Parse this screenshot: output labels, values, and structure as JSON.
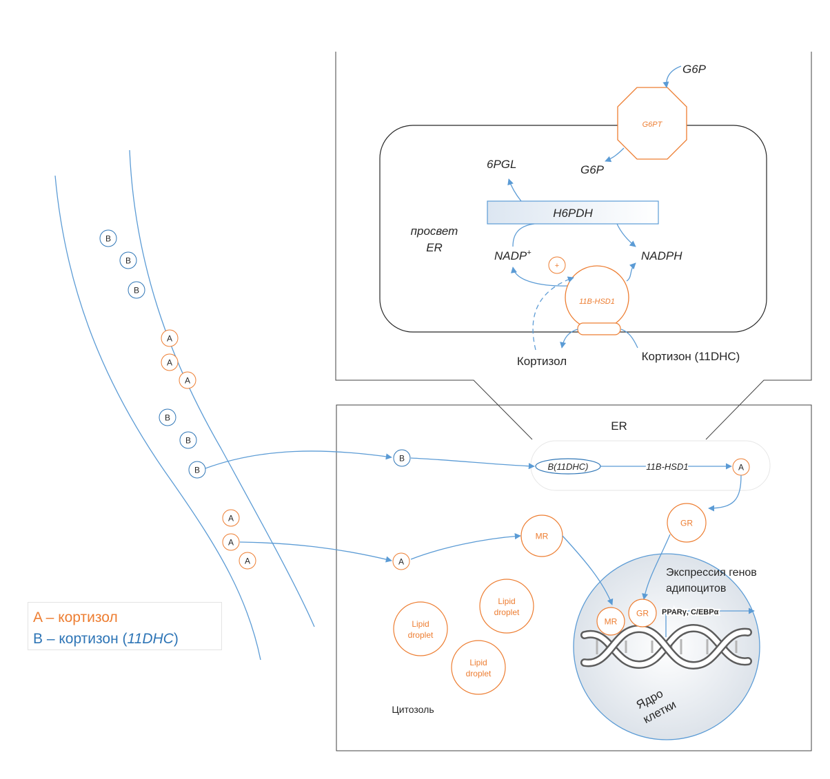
{
  "colors": {
    "orange": "#ed7d31",
    "blue": "#2e75b6",
    "arrow": "#5b9bd5",
    "dark": "#262626"
  },
  "molecules": {
    "a": "A",
    "b": "B"
  },
  "zoom": {
    "g6p_outside": "G6P",
    "g6pt": "G6PT",
    "g6p_inside": "G6P",
    "pgl": "6PGL",
    "h6pdh": "H6PDH",
    "lumen": [
      "просвет",
      "ER"
    ],
    "nadp": "NADP",
    "nadp_sup": "+",
    "nadph": "NADPH",
    "plus": "+",
    "enzyme": "11B-HSD1",
    "cortisol": "Кортизол",
    "cortisone": "Кортизон (11DHC)"
  },
  "cell": {
    "er": "ER",
    "b11dhc": "B(11DHC)",
    "enzyme": "11B-HSD1",
    "gr": "GR",
    "mr": "MR",
    "lipid": [
      "Lipid",
      "droplet"
    ],
    "cytosol": "Цитозоль",
    "expression": [
      "Экспрессия генов",
      "адипоцитов"
    ],
    "ppar": "PPARγ, C/EBPα",
    "nucleus": [
      "Ядро",
      "клетки"
    ]
  },
  "legend": {
    "a_text": "A – кортизол",
    "b_prefix": "B – кортизон (",
    "b_italic": "11DHC",
    "b_suffix": ")"
  }
}
